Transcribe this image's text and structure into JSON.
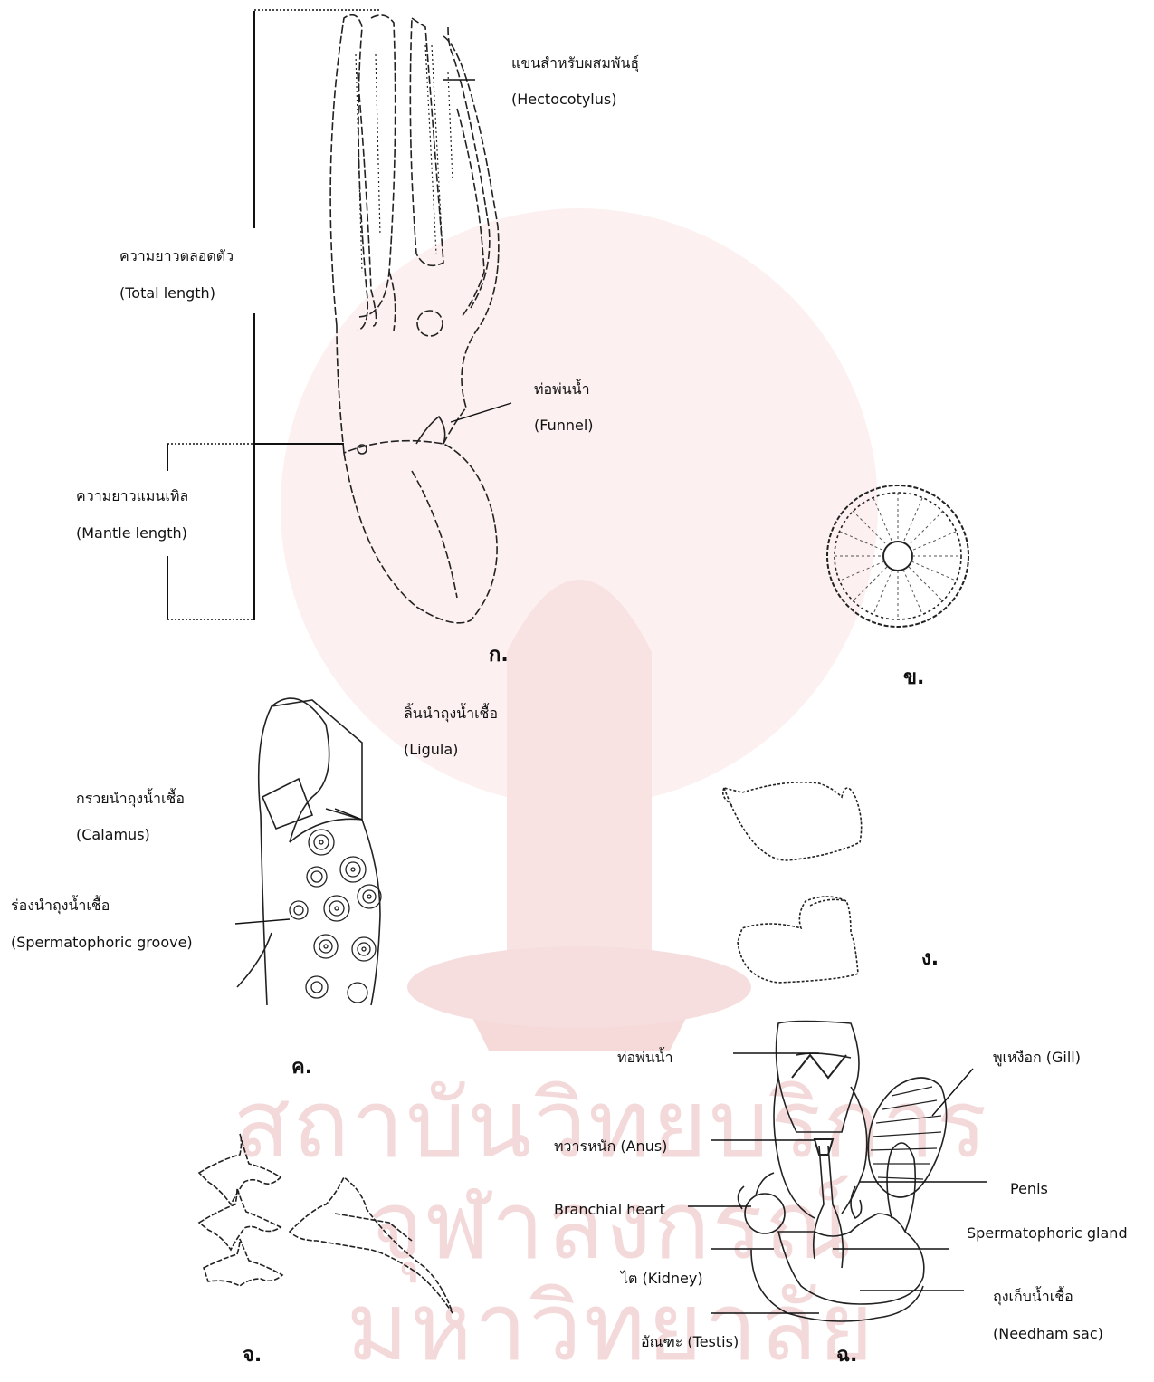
{
  "watermark": {
    "line1": "สถาบันวิทยบริการ",
    "line2": "จุฬาลงกรณ์มหาวิทยาลัย",
    "color": "#f3d9d9"
  },
  "panel_a": {
    "letter": "ก.",
    "hectocotylus_th": "แขนสำหรับผสมพันธุ์",
    "hectocotylus_en": "(Hectocotylus)",
    "total_length_th": "ความยาวตลอดตัว",
    "total_length_en": "(Total length)",
    "funnel_th": "ท่อพ่นน้ำ",
    "funnel_en": "(Funnel)",
    "mantle_length_th": "ความยาวแมนเทิล",
    "mantle_length_en": "(Mantle length)"
  },
  "panel_b": {
    "letter": "ข."
  },
  "panel_c": {
    "letter": "ค.",
    "ligula_th": "ลิ้นนำถุงน้ำเชื้อ",
    "ligula_en": "(Ligula)",
    "calamus_th": "กรวยนำถุงน้ำเชื้อ",
    "calamus_en": "(Calamus)",
    "groove_th": "ร่องนำถุงน้ำเชื้อ",
    "groove_en": "(Spermatophoric groove)"
  },
  "panel_d": {
    "letter": "ง."
  },
  "panel_e": {
    "letter": "จ."
  },
  "panel_f": {
    "letter": "ฉ.",
    "funnel": "ท่อพ่นน้ำ",
    "gill": "พูเหงือก (Gill)",
    "anus": "ทวารหนัก (Anus)",
    "penis": "Penis",
    "branchial_heart": "Branchial heart",
    "spermatophoric_gland": "Spermatophoric gland",
    "kidney": "ไต (Kidney)",
    "needham_th": "ถุงเก็บน้ำเชื้อ",
    "needham_en": "(Needham sac)",
    "testis": "อัณฑะ (Testis)"
  }
}
